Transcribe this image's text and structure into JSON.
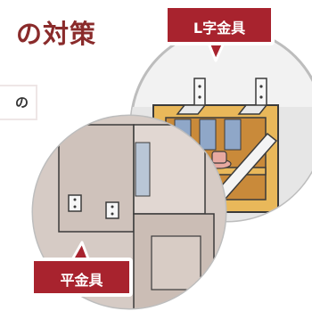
{
  "heading": {
    "text": "の対策"
  },
  "subtext": {
    "text": "の"
  },
  "labels": {
    "l_bracket": "L字金具",
    "flat_bracket": "平金具"
  },
  "colors": {
    "accent": "#a8232e",
    "heading": "#8a2b2b",
    "shelf": "#e9b85a",
    "wall": "#d6cbc5"
  }
}
